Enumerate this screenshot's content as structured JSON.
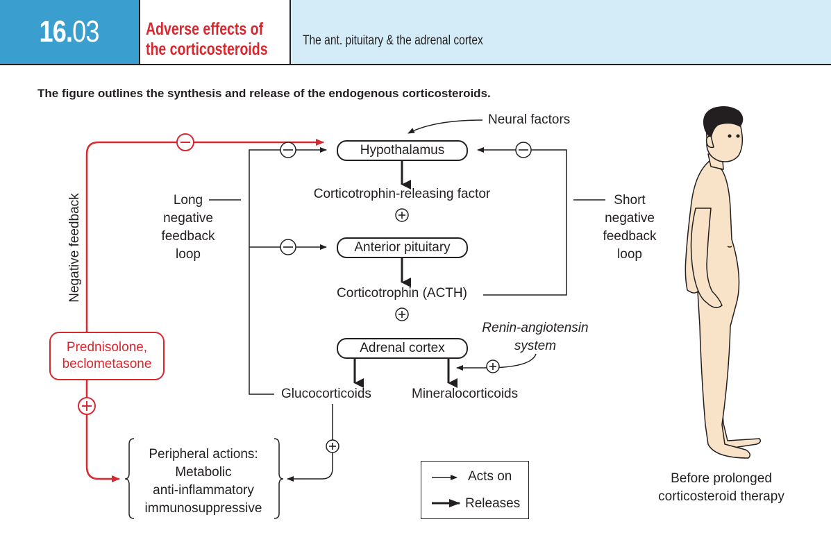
{
  "header": {
    "number_bold": "16.",
    "number_light": "03",
    "title_line1": "Adverse effects of",
    "title_line2": "the corticosteroids",
    "subtitle": "The ant. pituitary & the adrenal cortex",
    "colors": {
      "blue": "#3a9fcf",
      "light_blue": "#d4ecf7",
      "red": "#d7282f"
    }
  },
  "intro": "The figure outlines the synthesis and release of the endogenous corticosteroids.",
  "diagram": {
    "neural_factors": "Neural factors",
    "hypothalamus": "Hypothalamus",
    "crf": "Corticotrophin-releasing factor",
    "anterior_pituitary": "Anterior pituitary",
    "acth": "Corticotrophin (ACTH)",
    "adrenal_cortex": "Adrenal cortex",
    "glucocorticoids": "Glucocorticoids",
    "mineralocorticoids": "Mineralocorticoids",
    "renin_line1": "Renin-angiotensin",
    "renin_line2": "system",
    "long_loop": [
      "Long",
      "negative",
      "feedback",
      "loop"
    ],
    "short_loop": [
      "Short",
      "negative",
      "feedback",
      "loop"
    ],
    "negative_feedback": "Negative feedback",
    "drug_line1": "Prednisolone,",
    "drug_line2": "beclometasone",
    "peripheral": [
      "Peripheral actions:",
      "Metabolic",
      "anti-inflammatory",
      "immunosuppressive"
    ],
    "minus": "−",
    "plus": "+"
  },
  "legend": {
    "acts_on": "Acts on",
    "releases": "Releases"
  },
  "figure_caption": [
    "Before prolonged",
    "corticosteroid therapy"
  ]
}
